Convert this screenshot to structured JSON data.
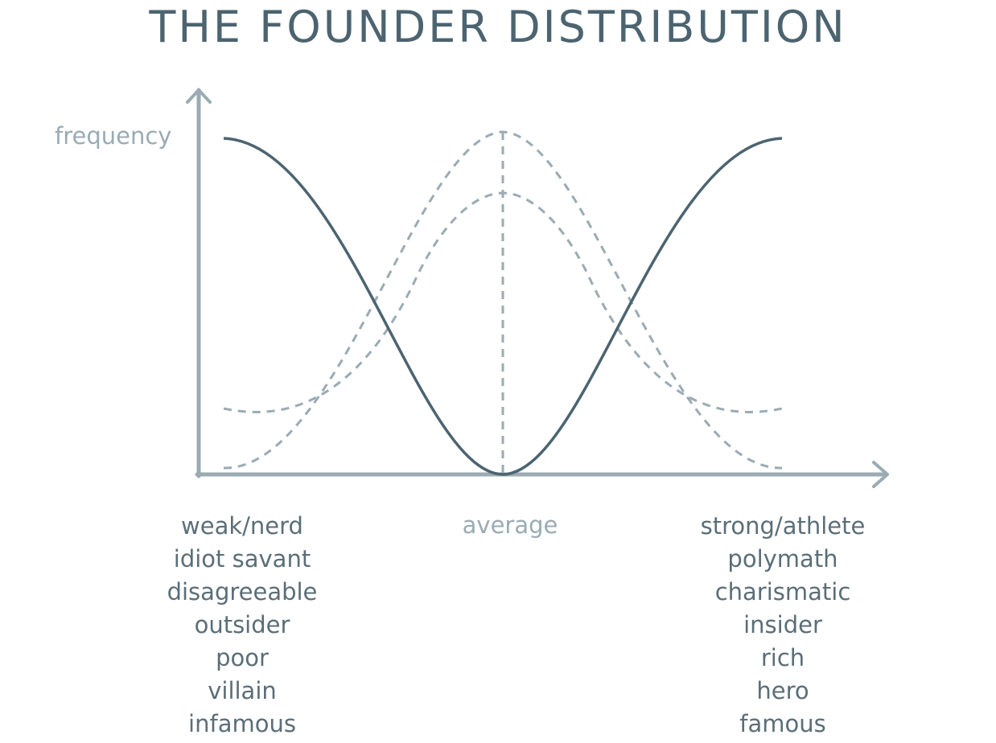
{
  "title": "THE FOUNDER DISTRIBUTION",
  "y_axis_label": "frequency",
  "middle_label": "average",
  "left_traits": [
    "weak/nerd",
    "idiot savant",
    "disagreeable",
    "outsider",
    "poor",
    "villain",
    "infamous"
  ],
  "right_traits": [
    "strong/athlete",
    "polymath",
    "charismatic",
    "insider",
    "rich",
    "hero",
    "famous"
  ],
  "colors": {
    "title": "#4c6470",
    "axis": "#9aabb3",
    "founder_curve": "#4c6470",
    "dashed_curves": "#9aabb3",
    "trait_text": "#5b6e78"
  }
}
